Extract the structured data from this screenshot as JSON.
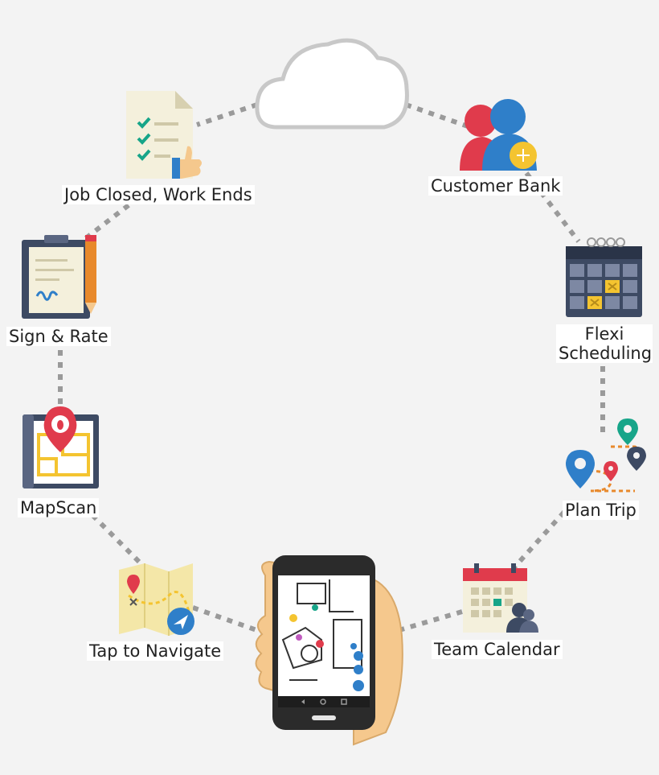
{
  "colors": {
    "connector": "#9a9a9a",
    "navy": "#3d4a63",
    "blue": "#2f7fc9",
    "red": "#e03b4c",
    "yellow": "#f4c430",
    "green": "#17a589",
    "skin": "#f5c88d",
    "paper": "#f4f0dc",
    "orange": "#e8892b"
  },
  "labels": {
    "job_closed": "Job Closed, Work Ends",
    "customer_bank": "Customer Bank",
    "sign_rate": "Sign & Rate",
    "flexi_line1": "Flexi",
    "flexi_line2": "Scheduling",
    "mapscan": "MapScan",
    "plan_trip": "Plan Trip",
    "tap_navigate": "Tap to Navigate",
    "team_calendar": "Team Calendar"
  }
}
